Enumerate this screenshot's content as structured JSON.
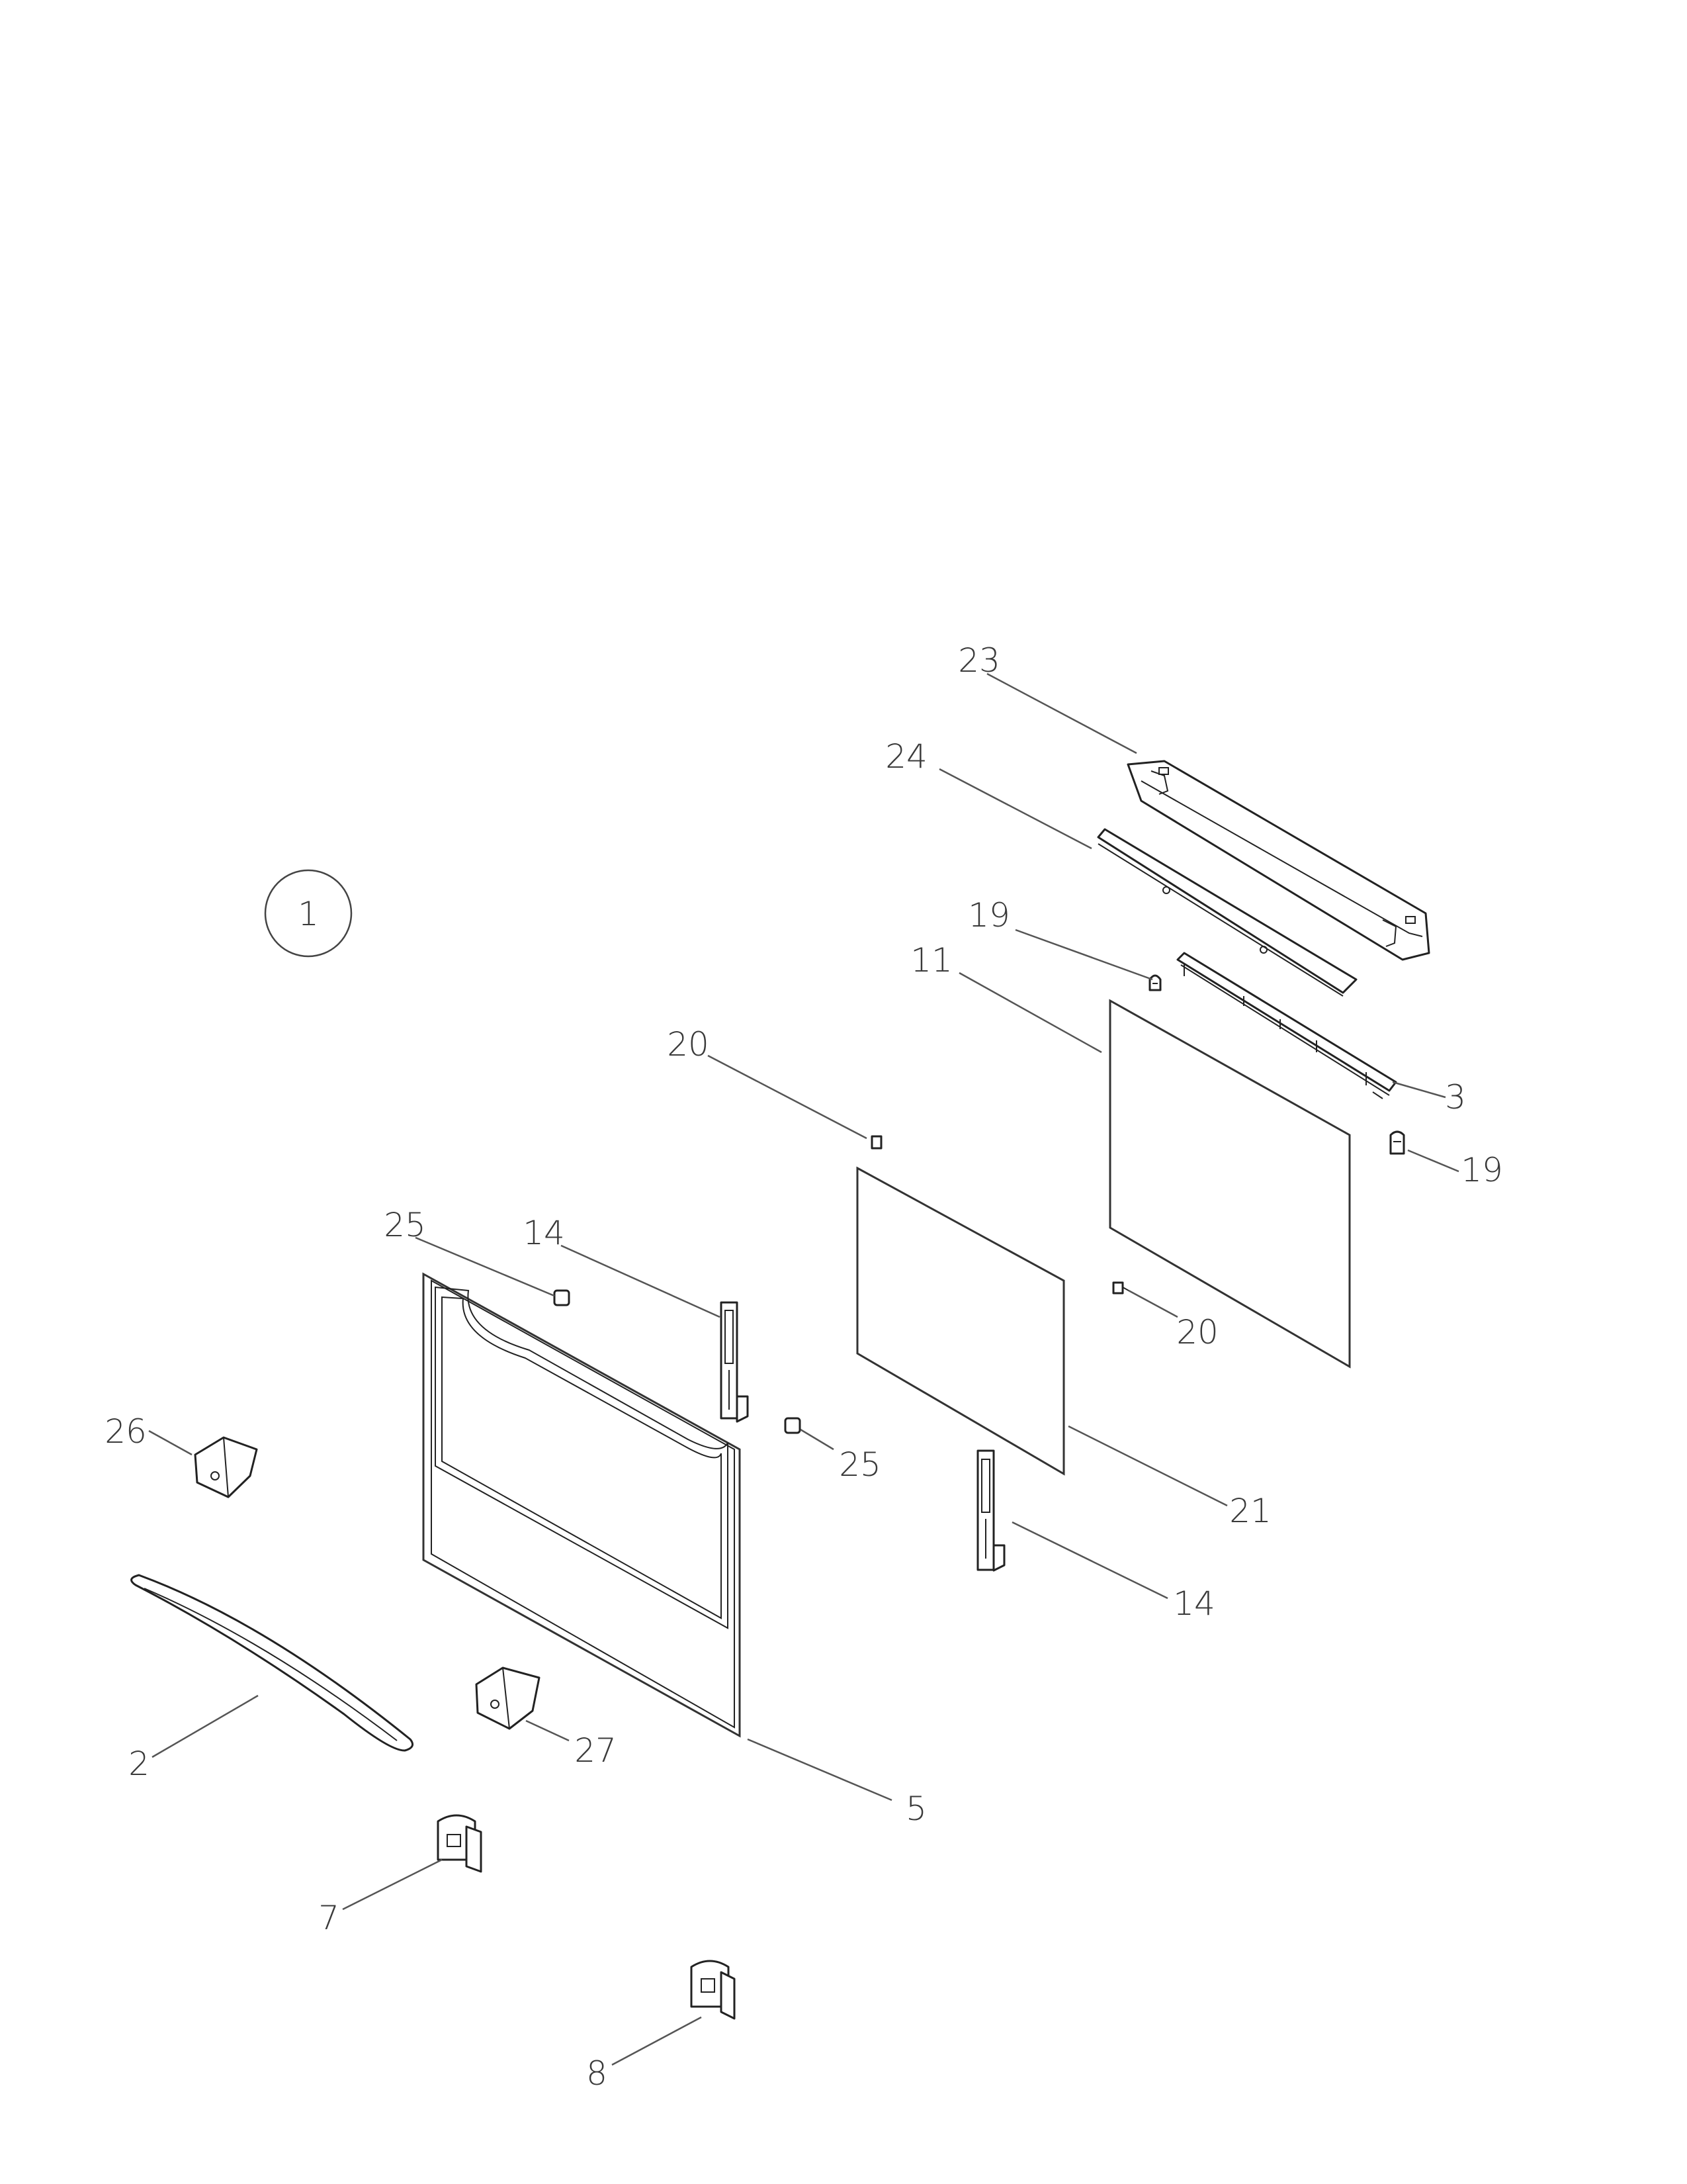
{
  "figure_number": "1",
  "callouts": {
    "c2": "2",
    "c3": "3",
    "c5": "5",
    "c7": "7",
    "c8": "8",
    "c11": "11",
    "c14a": "14",
    "c14b": "14",
    "c19a": "19",
    "c19b": "19",
    "c20a": "20",
    "c20b": "20",
    "c21": "21",
    "c23": "23",
    "c24": "24",
    "c25a": "25",
    "c25b": "25",
    "c26": "26",
    "c27": "27"
  }
}
